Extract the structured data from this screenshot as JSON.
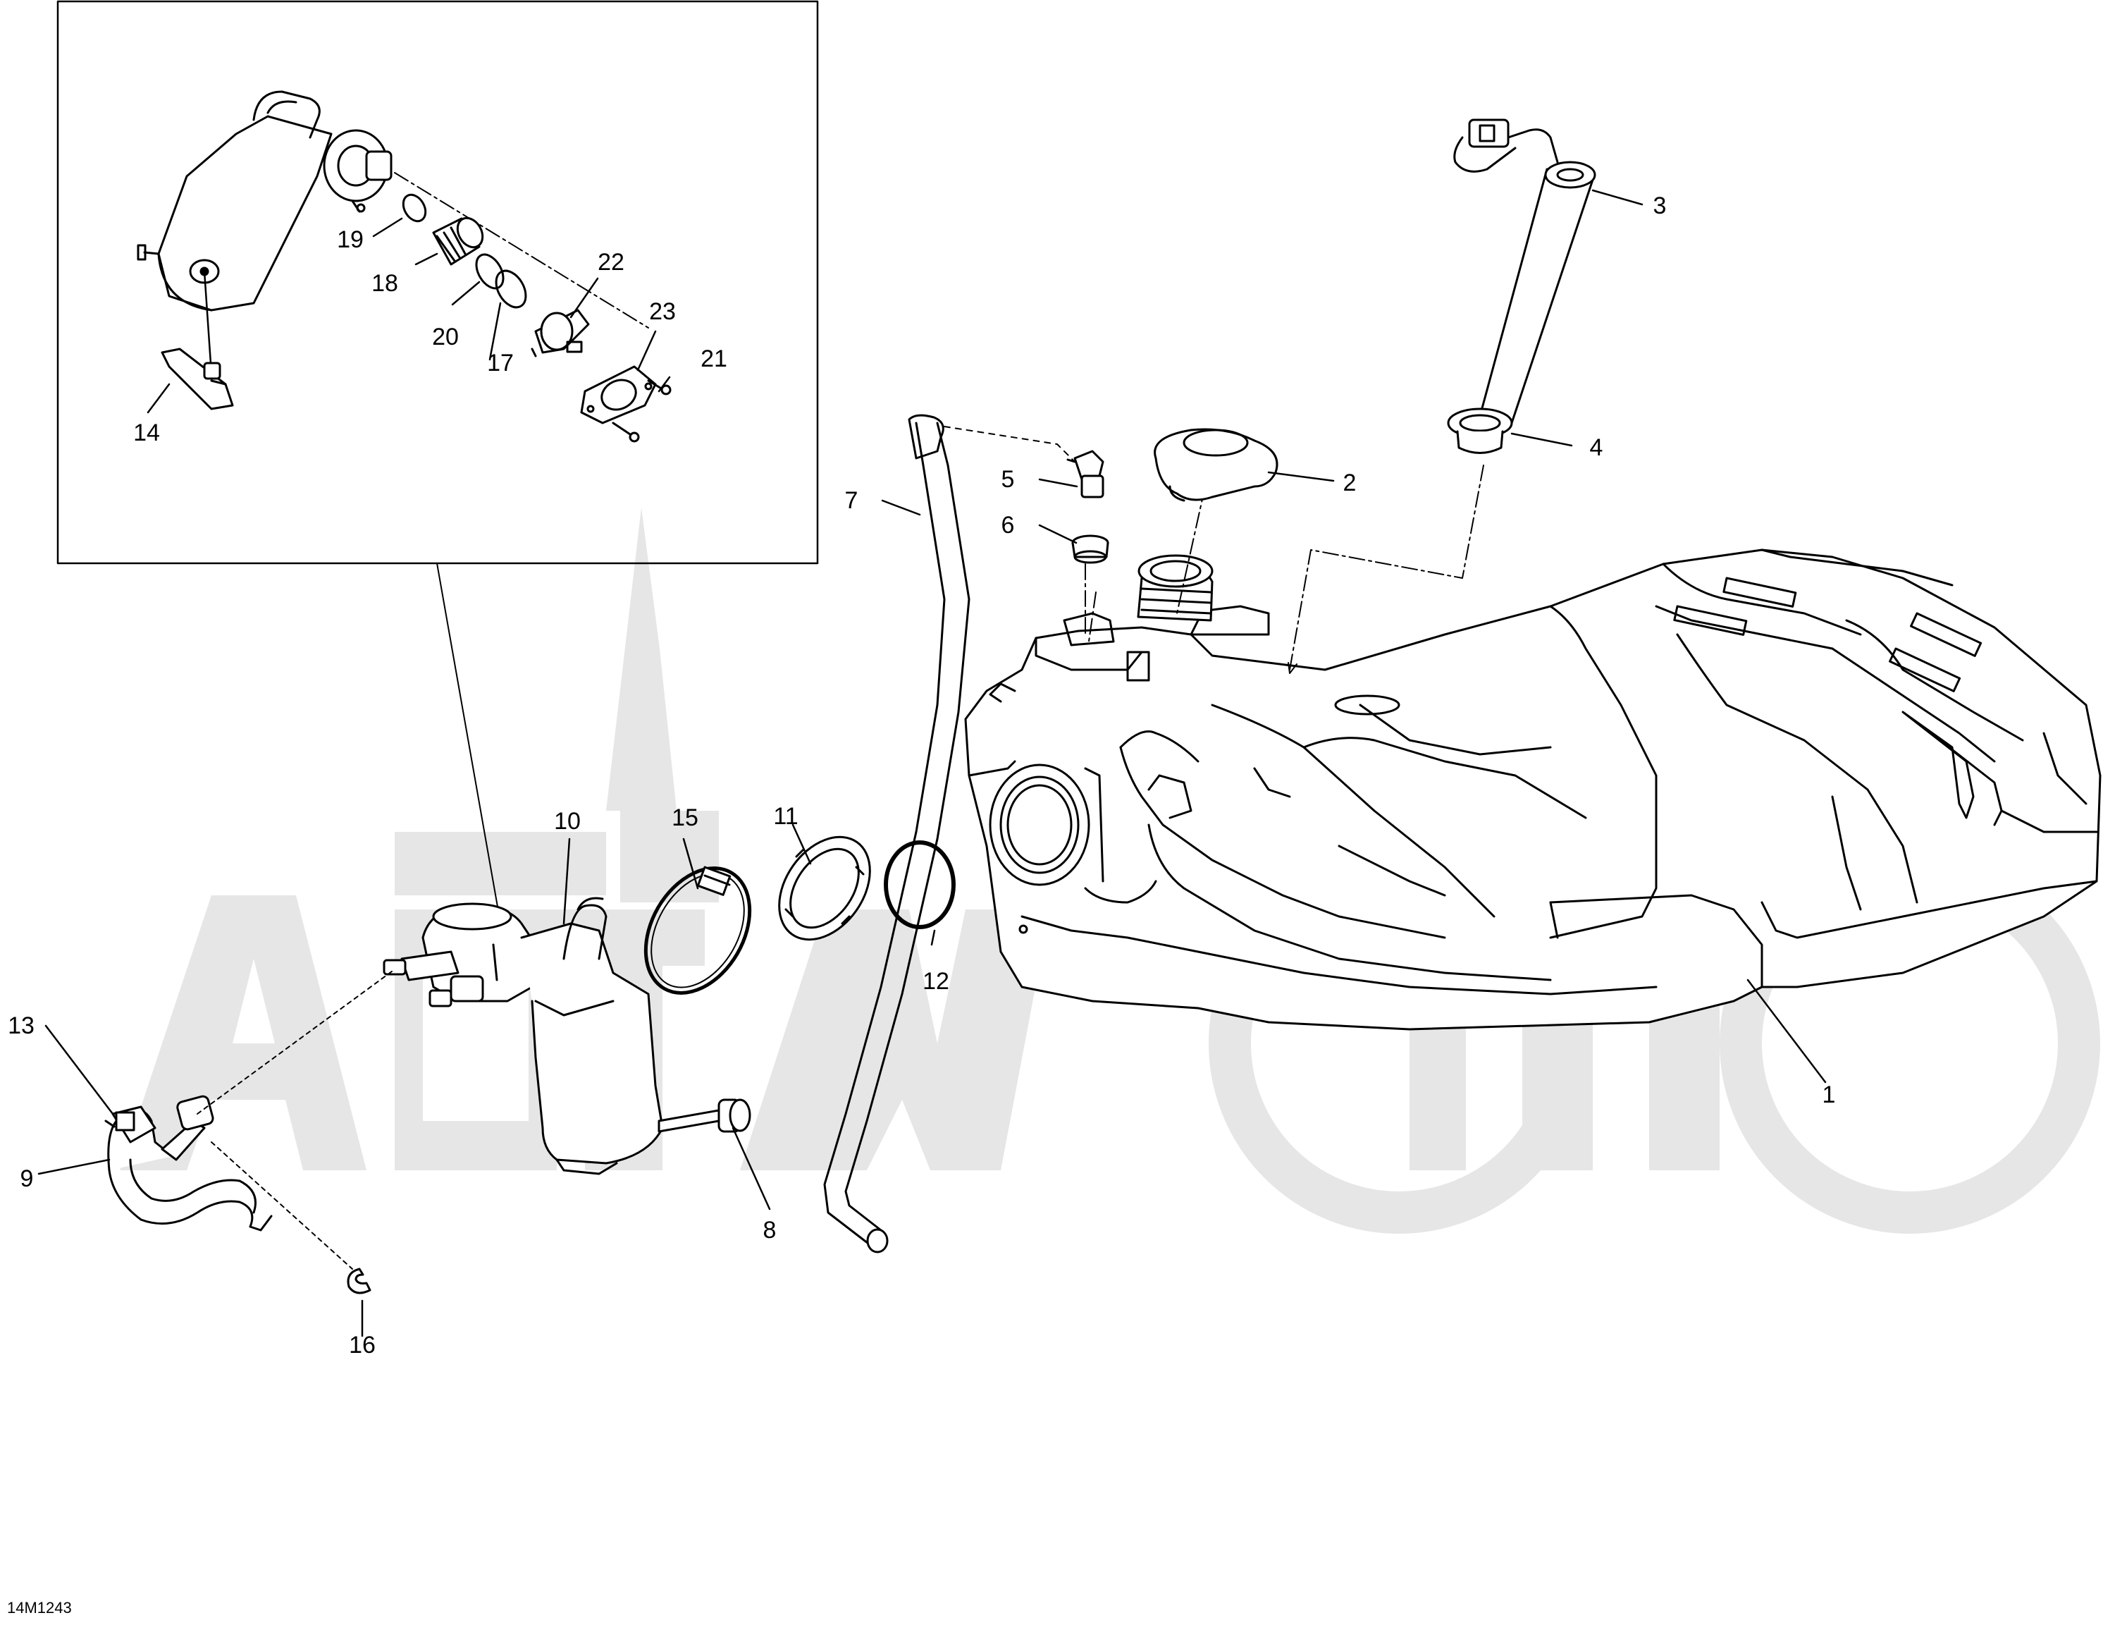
{
  "watermark": {
    "text": "AGTMOTO",
    "color": "#e4e4e4"
  },
  "diagram_code": "14M1243",
  "callouts": [
    {
      "id": "1",
      "label": "1"
    },
    {
      "id": "2",
      "label": "2"
    },
    {
      "id": "3",
      "label": "3"
    },
    {
      "id": "4",
      "label": "4"
    },
    {
      "id": "5",
      "label": "5"
    },
    {
      "id": "6",
      "label": "6"
    },
    {
      "id": "7",
      "label": "7"
    },
    {
      "id": "8",
      "label": "8"
    },
    {
      "id": "9",
      "label": "9"
    },
    {
      "id": "10",
      "label": "10"
    },
    {
      "id": "11",
      "label": "11"
    },
    {
      "id": "12",
      "label": "12"
    },
    {
      "id": "13",
      "label": "13"
    },
    {
      "id": "14",
      "label": "14"
    },
    {
      "id": "15",
      "label": "15"
    },
    {
      "id": "16",
      "label": "16"
    },
    {
      "id": "17",
      "label": "17"
    },
    {
      "id": "18",
      "label": "18"
    },
    {
      "id": "19",
      "label": "19"
    },
    {
      "id": "20",
      "label": "20"
    },
    {
      "id": "21",
      "label": "21"
    },
    {
      "id": "22",
      "label": "22"
    },
    {
      "id": "23",
      "label": "23"
    }
  ]
}
